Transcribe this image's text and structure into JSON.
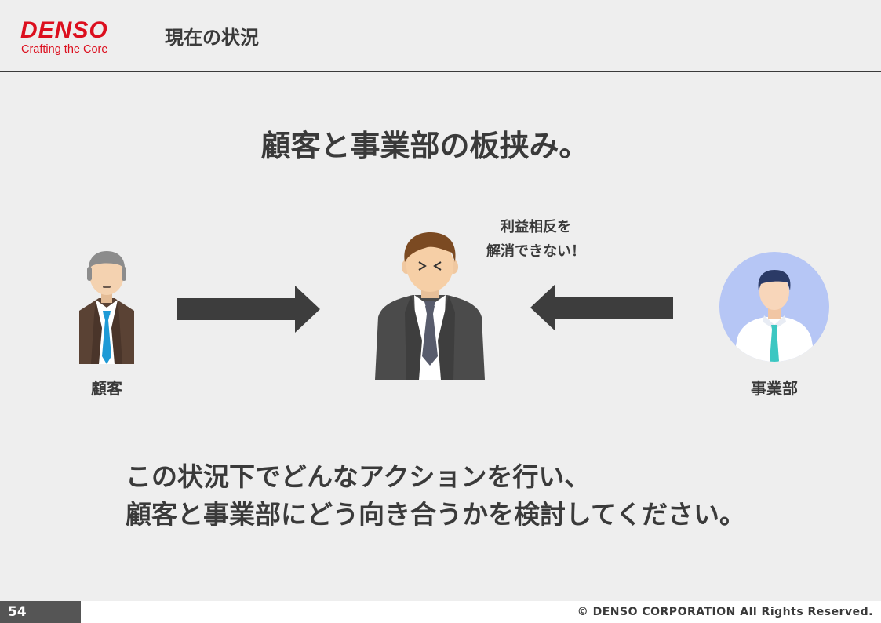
{
  "header": {
    "logo_main": "DENSO",
    "logo_sub": "Crafting the Core",
    "title": "現在の状況"
  },
  "headline": "顧客と事業部の板挟み。",
  "figures": {
    "customer_label": "顧客",
    "division_label": "事業部",
    "speech_line1": "利益相反を",
    "speech_line2": "解消できない！"
  },
  "question": {
    "line1": "この状況下でどんなアクションを行い、",
    "line2": "顧客と事業部にどう向き合うかを検討してください。"
  },
  "footer": {
    "page_number": "54",
    "copyright": "© DENSO CORPORATION All Rights Reserved."
  },
  "colors": {
    "brand": "#dc0f1e",
    "text": "#3a3a3a",
    "arrow": "#3d3d3d",
    "circle": "#b6c6f5"
  }
}
